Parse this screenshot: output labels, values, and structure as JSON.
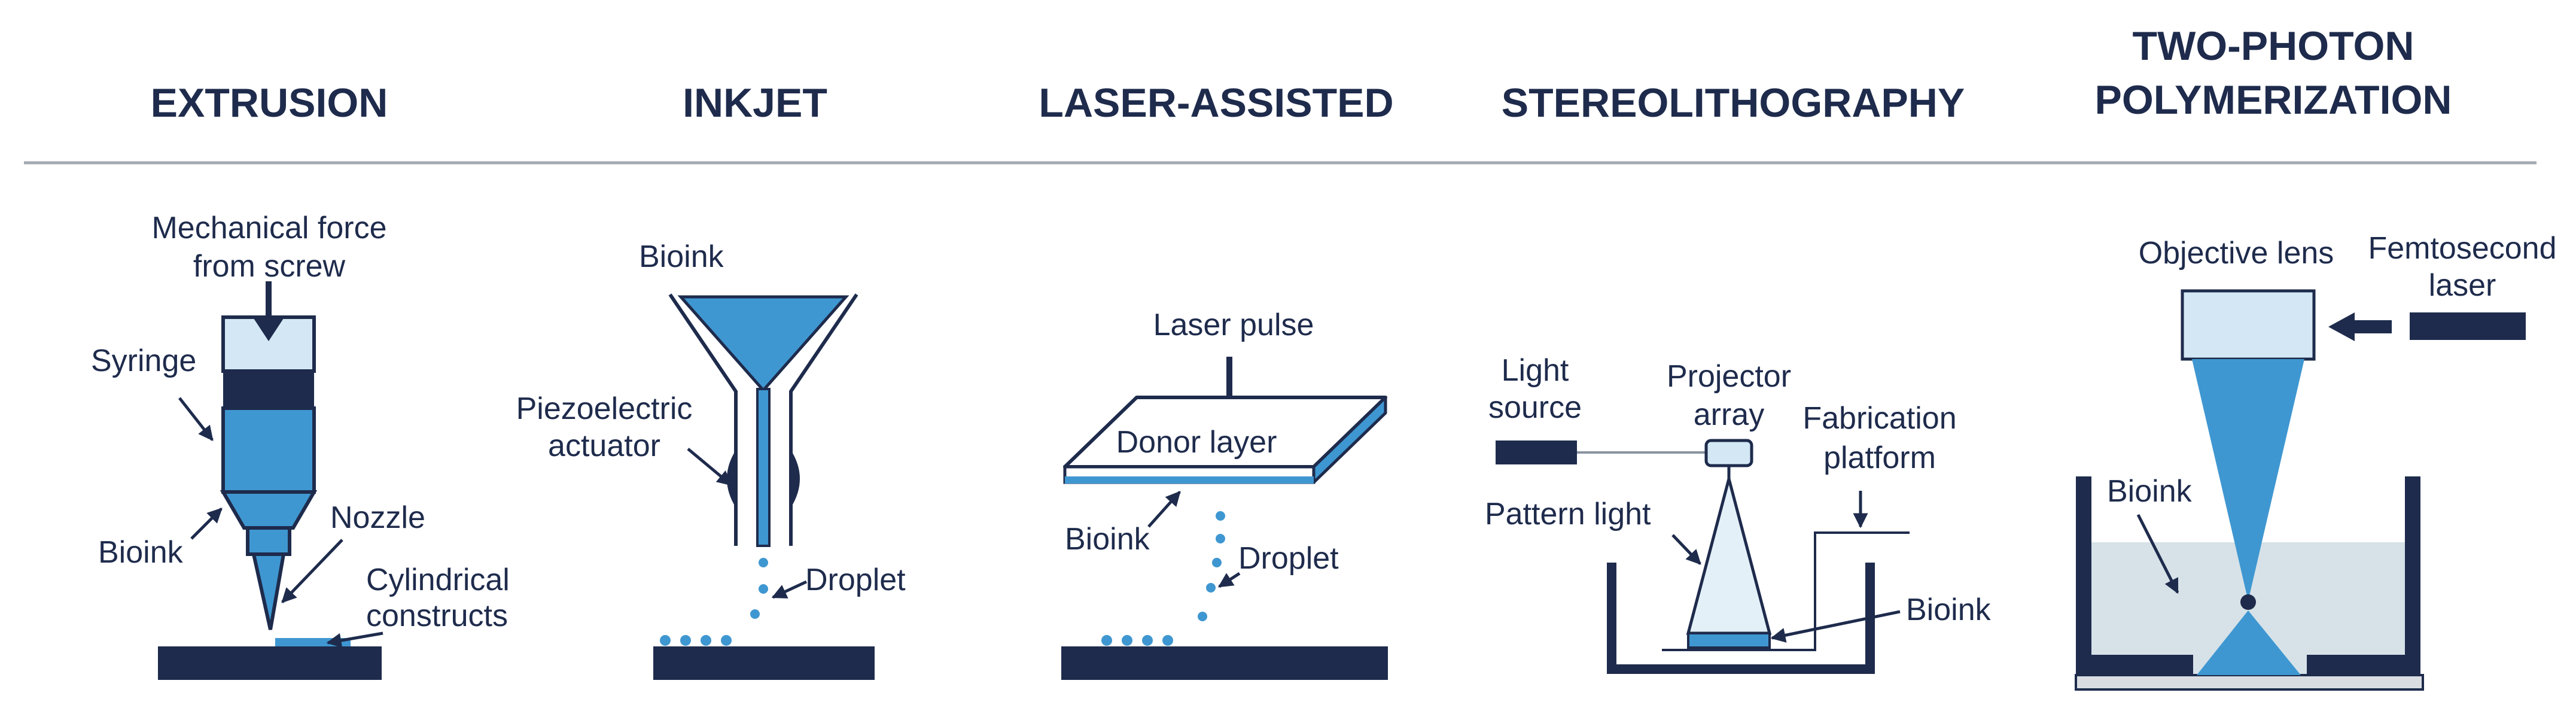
{
  "colors": {
    "navy": "#1e2b4c",
    "blue": "#3f97d1",
    "light_blue": "#d3e8f4",
    "pale_blue": "#e3f0f8",
    "grey": "#d9dde2",
    "tank_fill": "#d6e2e8",
    "white": "#ffffff"
  },
  "headers": {
    "extrusion": "EXTRUSION",
    "inkjet": "INKJET",
    "laser_assisted": "LASER-ASSISTED",
    "stereolithography": "STEREOLITHOGRAPHY",
    "two_photon_line1": "TWO-PHOTON",
    "two_photon_line2": "POLYMERIZATION"
  },
  "extrusion": {
    "mechanical_force_line1": "Mechanical force",
    "mechanical_force_line2": "from screw",
    "syringe": "Syringe",
    "bioink": "Bioink",
    "nozzle": "Nozzle",
    "cylindrical_line1": "Cylindrical",
    "cylindrical_line2": "constructs"
  },
  "inkjet": {
    "bioink": "Bioink",
    "piezo_line1": "Piezoelectric",
    "piezo_line2": "actuator",
    "droplet": "Droplet"
  },
  "laser": {
    "laser_pulse": "Laser pulse",
    "donor_layer": "Donor layer",
    "bioink": "Bioink",
    "droplet": "Droplet"
  },
  "sla": {
    "light_line1": "Light",
    "light_line2": "source",
    "projector_line1": "Projector",
    "projector_line2": "array",
    "fabrication_line1": "Fabrication",
    "fabrication_line2": "platform",
    "pattern_light": "Pattern light",
    "bioink": "Bioink"
  },
  "tpp": {
    "objective_lens": "Objective lens",
    "femto_line1": "Femtosecond",
    "femto_line2": "laser",
    "bioink": "Bioink"
  }
}
